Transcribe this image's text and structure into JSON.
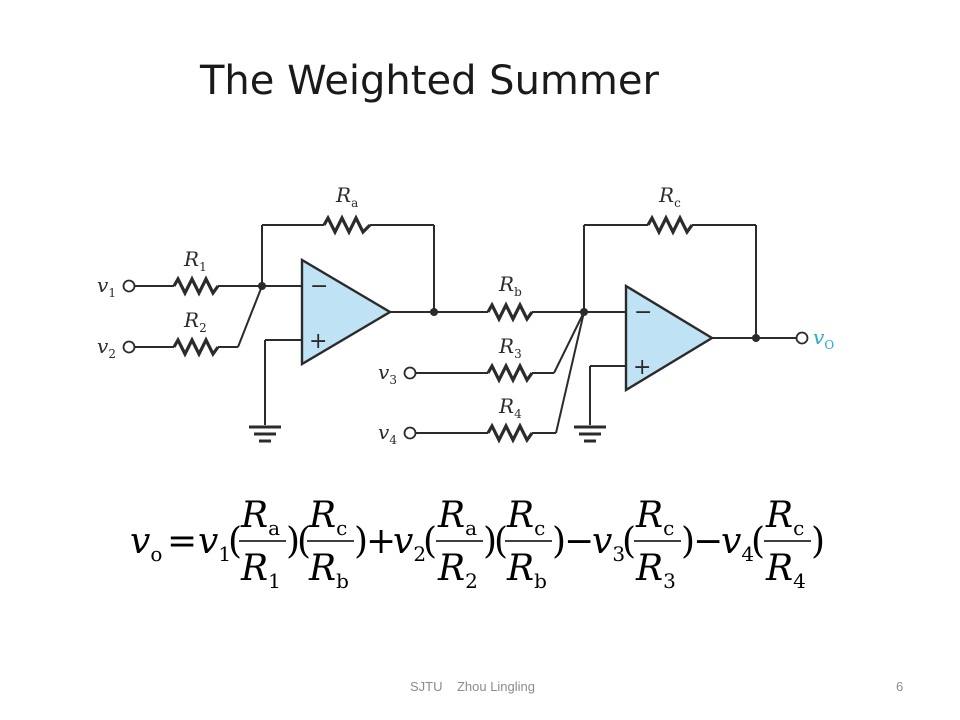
{
  "slide": {
    "title": "The Weighted Summer",
    "footer": "SJTU    Zhou Lingling",
    "page_number": "6"
  },
  "circuit": {
    "inputs": [
      {
        "name": "v",
        "sub": "1"
      },
      {
        "name": "v",
        "sub": "2"
      },
      {
        "name": "v",
        "sub": "3"
      },
      {
        "name": "v",
        "sub": "4"
      }
    ],
    "output": {
      "name": "v",
      "sub": "O"
    },
    "resistors": [
      {
        "name": "R",
        "sub": "1"
      },
      {
        "name": "R",
        "sub": "2"
      },
      {
        "name": "R",
        "sub": "a"
      },
      {
        "name": "R",
        "sub": "b"
      },
      {
        "name": "R",
        "sub": "3"
      },
      {
        "name": "R",
        "sub": "4"
      },
      {
        "name": "R",
        "sub": "c"
      }
    ],
    "opamp_signs": {
      "inverting": "−",
      "noninverting": "+"
    }
  },
  "equation": {
    "lhs": {
      "v": "v",
      "sub": "o"
    },
    "equals": "=",
    "plus": "+",
    "minus": "−",
    "terms": [
      {
        "v": "v",
        "vsub": "1",
        "fracs": [
          [
            "R",
            "a",
            "R",
            "1"
          ],
          [
            "R",
            "c",
            "R",
            "b"
          ]
        ]
      },
      {
        "v": "v",
        "vsub": "2",
        "fracs": [
          [
            "R",
            "a",
            "R",
            "2"
          ],
          [
            "R",
            "c",
            "R",
            "b"
          ]
        ]
      },
      {
        "v": "v",
        "vsub": "3",
        "fracs": [
          [
            "R",
            "c",
            "R",
            "3"
          ]
        ]
      },
      {
        "v": "v",
        "vsub": "4",
        "fracs": [
          [
            "R",
            "c",
            "R",
            "4"
          ]
        ]
      }
    ]
  },
  "colors": {
    "opamp_fill": "#bfe3f5",
    "output_label": "#2aa7d6",
    "wire": "#2b2b2b",
    "footer": "#8c8c8c"
  }
}
